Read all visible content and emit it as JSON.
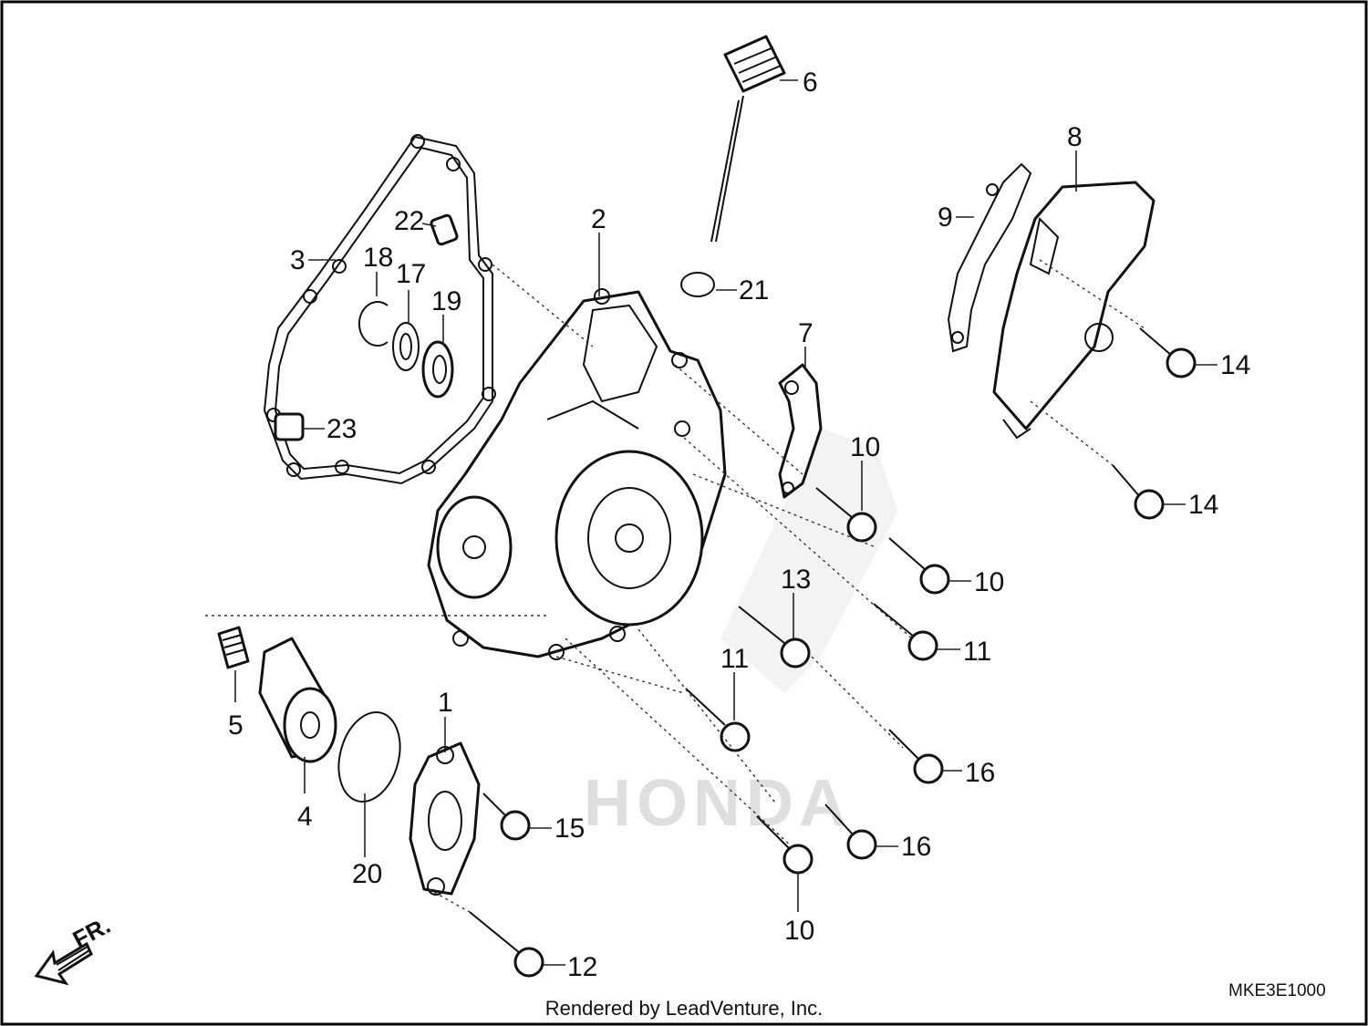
{
  "diagram_code": "MKE3E1000",
  "footer": "Rendered by LeadVenture, Inc.",
  "direction_mark": "FR.",
  "watermark": "HONDA",
  "callouts": [
    {
      "id": "c1",
      "text": "1"
    },
    {
      "id": "c2",
      "text": "2"
    },
    {
      "id": "c3",
      "text": "3"
    },
    {
      "id": "c4",
      "text": "4"
    },
    {
      "id": "c5",
      "text": "5"
    },
    {
      "id": "c6",
      "text": "6"
    },
    {
      "id": "c7",
      "text": "7"
    },
    {
      "id": "c8",
      "text": "8"
    },
    {
      "id": "c9",
      "text": "9"
    },
    {
      "id": "c10a",
      "text": "10"
    },
    {
      "id": "c10b",
      "text": "10"
    },
    {
      "id": "c10c",
      "text": "10"
    },
    {
      "id": "c11a",
      "text": "11"
    },
    {
      "id": "c11b",
      "text": "11"
    },
    {
      "id": "c12",
      "text": "12"
    },
    {
      "id": "c13",
      "text": "13"
    },
    {
      "id": "c14a",
      "text": "14"
    },
    {
      "id": "c14b",
      "text": "14"
    },
    {
      "id": "c15",
      "text": "15"
    },
    {
      "id": "c16a",
      "text": "16"
    },
    {
      "id": "c16b",
      "text": "16"
    },
    {
      "id": "c17",
      "text": "17"
    },
    {
      "id": "c18",
      "text": "18"
    },
    {
      "id": "c19",
      "text": "19"
    },
    {
      "id": "c20",
      "text": "20"
    },
    {
      "id": "c21",
      "text": "21"
    },
    {
      "id": "c22",
      "text": "22"
    },
    {
      "id": "c23",
      "text": "23"
    }
  ]
}
